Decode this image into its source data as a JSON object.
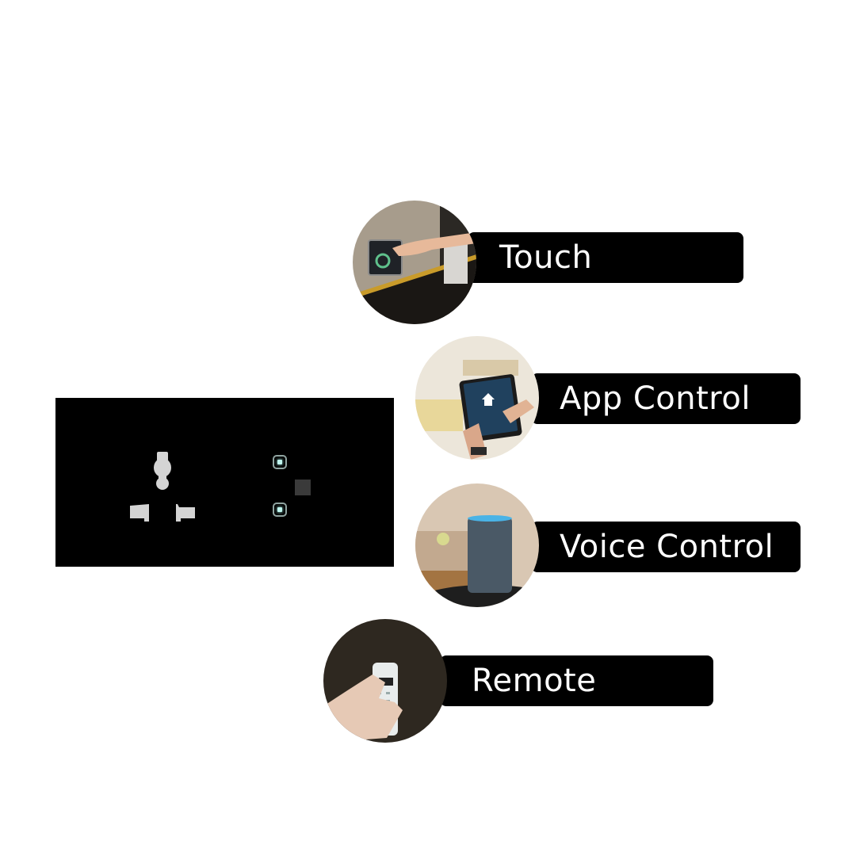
{
  "product_panel": {
    "description": "Black glass smart socket panel",
    "background_color": "#000000",
    "socket_icon": "universal-socket-icon",
    "switch_indicator_color": "#bff5ee"
  },
  "features": [
    {
      "label": "Touch",
      "image": "hand-touching-wall-touch-panel-photo"
    },
    {
      "label": "App Control",
      "image": "hand-holding-tablet-home-control-app-photo"
    },
    {
      "label": "Voice Control",
      "image": "smart-speaker-photo"
    },
    {
      "label": "Remote",
      "image": "hand-holding-remote-photo"
    }
  ],
  "colors": {
    "label_bg": "#000000",
    "label_text": "#ffffff",
    "page_bg": "#ffffff"
  }
}
